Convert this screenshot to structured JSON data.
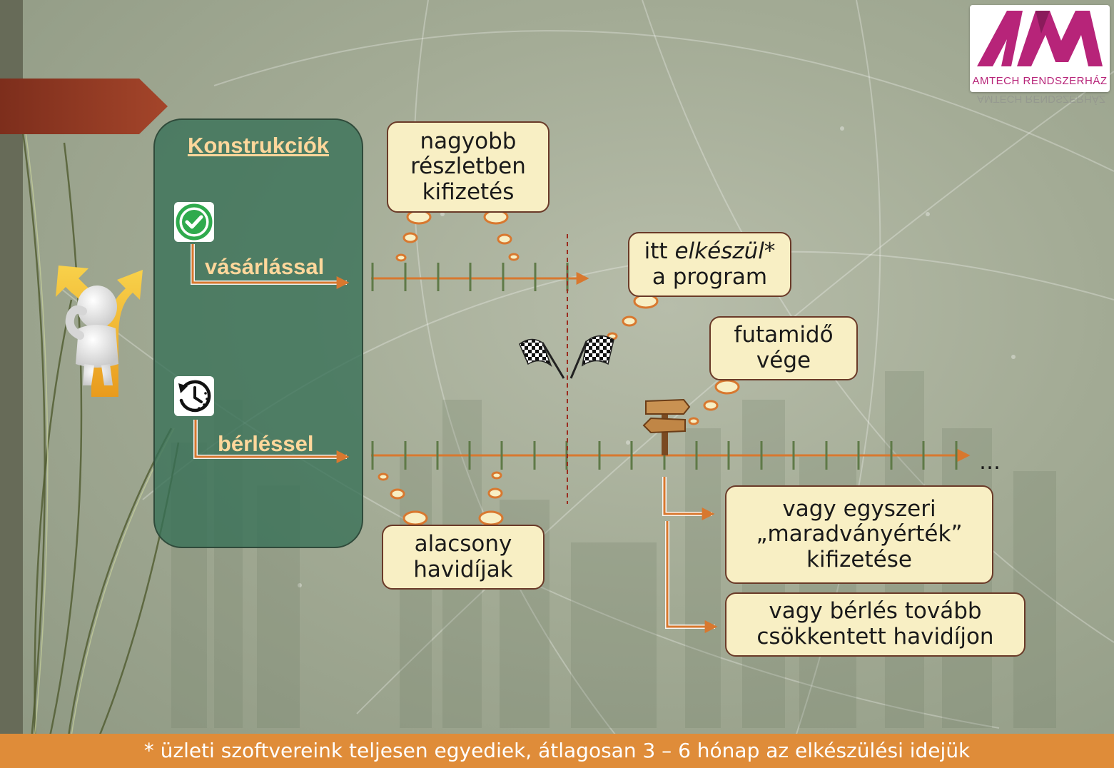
{
  "slide": {
    "panel_title": "Konstrukciók",
    "purchase_label": "vásárlással",
    "rental_label": "bérléssel",
    "footer_note": "* üzleti szoftvereink teljesen egyediek, átlagosan 3 – 6 hónap az elkészülési idejük",
    "ellipsis": "…"
  },
  "logo": {
    "mark": "AM",
    "text": "AMTECH RENDSZERHÁZ",
    "brand_color": "#b72479"
  },
  "callouts": {
    "installments": {
      "line1": "nagyobb",
      "line2": "részletben",
      "line3": "kifizetés"
    },
    "program_ready": {
      "line1_prefix": "itt ",
      "line1_emph": "elkészül",
      "line1_suffix": "*",
      "line2": "a program"
    },
    "term_end": {
      "line1": "futamidő",
      "line2": "vége"
    },
    "low_fees": {
      "line1": "alacsony",
      "line2": "havidíjak"
    },
    "residual": {
      "line1": "vagy egyszeri",
      "line2": "„maradványérték”",
      "line3": "kifizetése"
    },
    "continue_rent": {
      "line1": "vagy bérlés tovább",
      "line2": "csökkentett havidíjon"
    }
  },
  "icons": {
    "check": "check-circle-icon",
    "clock": "clock-history-icon",
    "flags": "checkered-flags-icon",
    "signpost": "wooden-signpost-icon",
    "figure": "thinking-person-icon",
    "arrows": "split-arrows-icon"
  },
  "colors": {
    "timeline": "#d8782f",
    "tick": "#5f7a48",
    "callout_fill": "#f8efc4",
    "callout_border": "#6a3a28",
    "panel": "#367056",
    "panel_text": "#ffd79b",
    "footer": "#df8c39",
    "title_tab": "#8f3a24"
  }
}
